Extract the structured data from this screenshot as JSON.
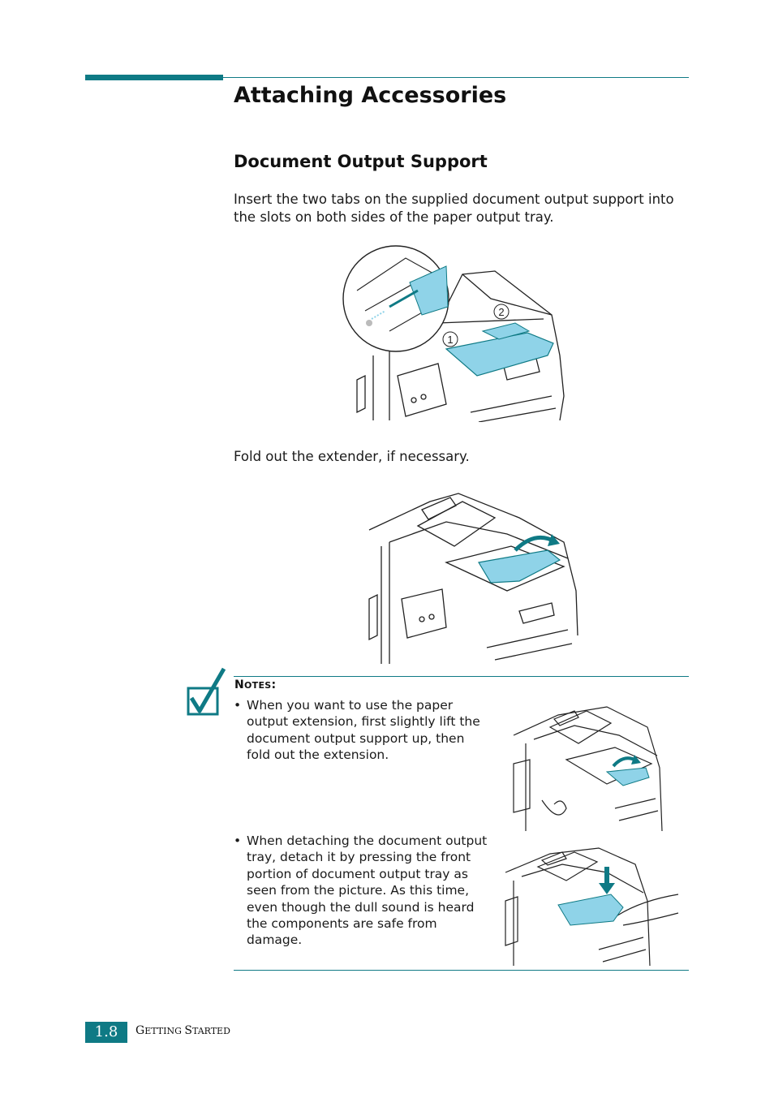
{
  "section_title": "Attaching Accessories",
  "subsection_title": "Document Output Support",
  "paragraph_1": "Insert the two tabs on the supplied document output support into the slots on both sides of the paper output tray.",
  "callout_1": "1",
  "callout_2": "2",
  "paragraph_2": "Fold out the extender, if necessary.",
  "notes": {
    "label_initial": "N",
    "label_rest": "OTES",
    "label_suffix": ":",
    "items": [
      {
        "bullet": "•",
        "text": " When you want to use the paper output extension, first slightly lift the document output support up, then fold out the extension."
      },
      {
        "bullet": "•",
        "text": "When detaching the document output tray, detach it by pressing the front portion of document output tray as seen from the picture. As this time, even though the dull sound is heard the components are safe from damage."
      }
    ],
    "icon": "checkmark-note-icon"
  },
  "footer": {
    "page_number": "1.8",
    "chapter_initial_1": "G",
    "chapter_rest_1": "ETTING ",
    "chapter_initial_2": "S",
    "chapter_rest_2": "TARTED"
  },
  "colors": {
    "accent": "#0f7a85",
    "highlight": "#8fd3e8"
  }
}
